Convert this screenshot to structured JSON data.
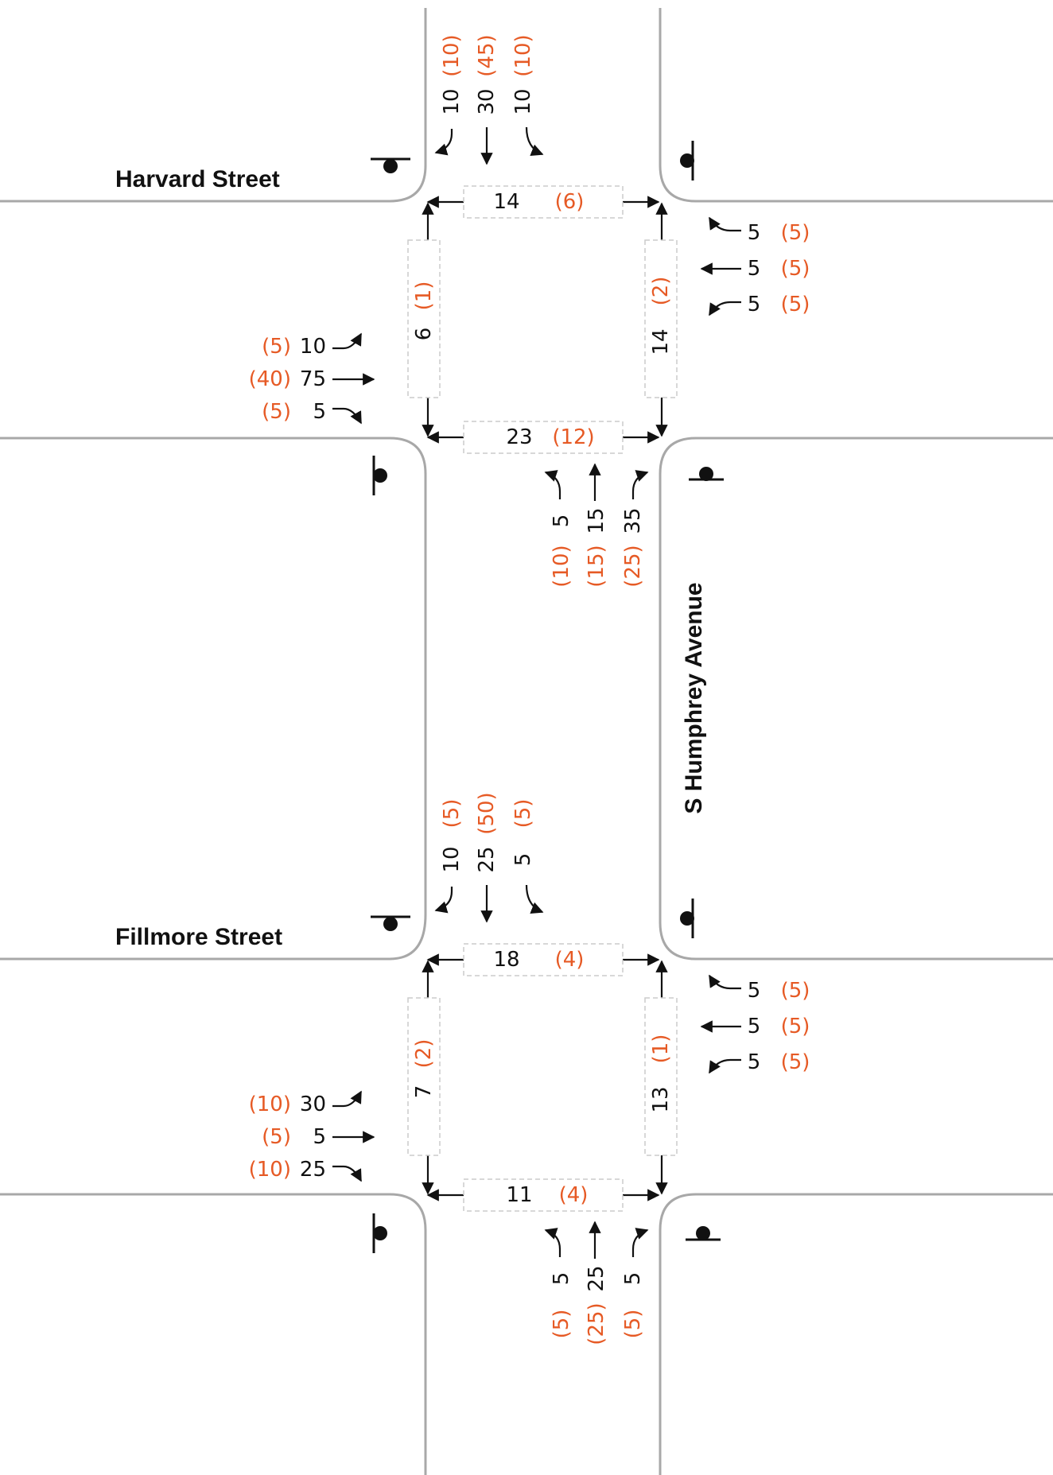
{
  "streets": {
    "north": "Harvard Street",
    "south": "Fillmore Street",
    "avenue": "S Humphrey Avenue"
  },
  "colors": {
    "curb": "#a8a8a8",
    "am": "#111111",
    "pm": "#e65a25",
    "box": "#cccccc"
  },
  "intersections": [
    {
      "name": "Harvard Street",
      "southbound": [
        {
          "movement": "right",
          "am": "10",
          "pm": "(10)"
        },
        {
          "movement": "through",
          "am": "30",
          "pm": "(45)"
        },
        {
          "movement": "left",
          "am": "10",
          "pm": "(10)"
        }
      ],
      "westbound": [
        {
          "movement": "right",
          "am": "5",
          "pm": "(5)"
        },
        {
          "movement": "through",
          "am": "5",
          "pm": "(5)"
        },
        {
          "movement": "left",
          "am": "5",
          "pm": "(5)"
        }
      ],
      "eastbound": [
        {
          "movement": "left",
          "am": "10",
          "pm": "(5)"
        },
        {
          "movement": "through",
          "am": "75",
          "pm": "(40)"
        },
        {
          "movement": "right",
          "am": "5",
          "pm": "(5)"
        }
      ],
      "northbound": [
        {
          "movement": "left",
          "am": "5",
          "pm": "(10)"
        },
        {
          "movement": "through",
          "am": "15",
          "pm": "(15)"
        },
        {
          "movement": "right",
          "am": "35",
          "pm": "(25)"
        }
      ],
      "crosswalks": {
        "north": {
          "am": "14",
          "pm": "(6)"
        },
        "south": {
          "am": "23",
          "pm": "(12)"
        },
        "west": {
          "am": "6",
          "pm": "(1)"
        },
        "east": {
          "am": "14",
          "pm": "(2)"
        }
      }
    },
    {
      "name": "Fillmore Street",
      "southbound": [
        {
          "movement": "right",
          "am": "10",
          "pm": "(5)"
        },
        {
          "movement": "through",
          "am": "25",
          "pm": "(50)"
        },
        {
          "movement": "left",
          "am": "5",
          "pm": "(5)"
        }
      ],
      "westbound": [
        {
          "movement": "right",
          "am": "5",
          "pm": "(5)"
        },
        {
          "movement": "through",
          "am": "5",
          "pm": "(5)"
        },
        {
          "movement": "left",
          "am": "5",
          "pm": "(5)"
        }
      ],
      "eastbound": [
        {
          "movement": "left",
          "am": "30",
          "pm": "(10)"
        },
        {
          "movement": "through",
          "am": "5",
          "pm": "(5)"
        },
        {
          "movement": "right",
          "am": "25",
          "pm": "(10)"
        }
      ],
      "northbound": [
        {
          "movement": "left",
          "am": "5",
          "pm": "(5)"
        },
        {
          "movement": "through",
          "am": "25",
          "pm": "(25)"
        },
        {
          "movement": "right",
          "am": "5",
          "pm": "(5)"
        }
      ],
      "crosswalks": {
        "north": {
          "am": "18",
          "pm": "(4)"
        },
        "south": {
          "am": "11",
          "pm": "(4)"
        },
        "west": {
          "am": "7",
          "pm": "(2)"
        },
        "east": {
          "am": "13",
          "pm": "(1)"
        }
      }
    }
  ]
}
